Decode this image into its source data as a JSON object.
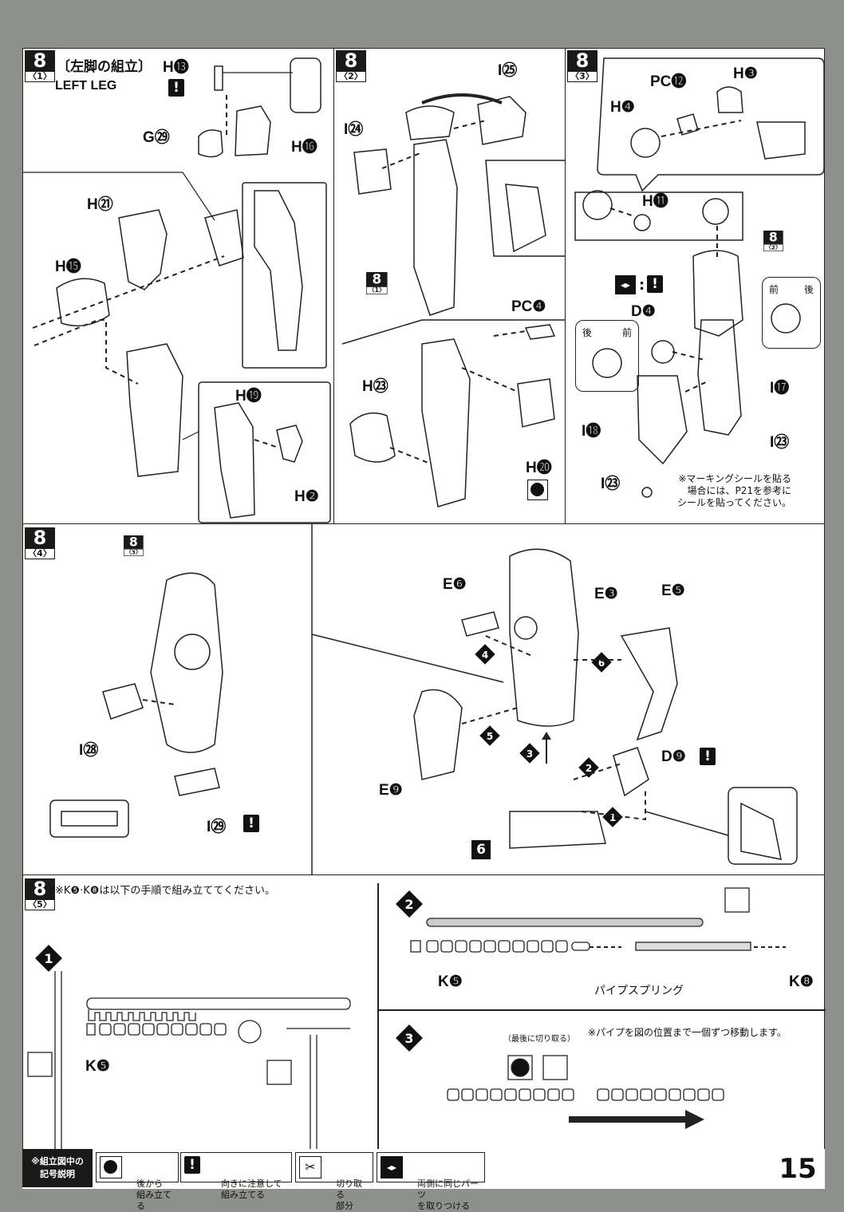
{
  "step1": {
    "num": "8",
    "sub": "〈1〉",
    "title_jp": "〔左脚の組立〕",
    "title_en": "LEFT LEG",
    "parts": [
      "H⓭",
      "G㉙",
      "H⓰",
      "H㉑",
      "H⓯",
      "H⓳",
      "H❷"
    ]
  },
  "step2": {
    "num": "8",
    "sub": "〈2〉",
    "parts": [
      "I㉕",
      "I㉔",
      "PC❹",
      "H㉓",
      "H⓴"
    ],
    "ref_num": "8",
    "ref_sub": "〈1〉"
  },
  "step3": {
    "num": "8",
    "sub": "〈3〉",
    "parts": [
      "PC⓬",
      "H❸",
      "H❹",
      "H⓫",
      "D❹",
      "I⓱",
      "I⓲",
      "I㉓",
      "I㉓"
    ],
    "ref_num": "8",
    "ref_sub": "〈2〉",
    "front_label": "前",
    "back_label": "後",
    "note": "※マーキングシールを貼る\n場合には、P21を参考に\nシールを貼ってください。"
  },
  "step4": {
    "num": "8",
    "sub": "〈4〉",
    "ref_num": "8",
    "ref_sub": "〈3〉",
    "parts": [
      "I㉘",
      "I㉙",
      "E❻",
      "E❸",
      "E❺",
      "E❾",
      "D❾"
    ],
    "order_marks": [
      "❹",
      "❻",
      "❺",
      "❸",
      "❷",
      "❶"
    ],
    "sub_assembly": "6"
  },
  "step5": {
    "num": "8",
    "sub": "〈5〉",
    "note": "※K❺·K❽は以下の手順で組み立ててください。",
    "steps": [
      {
        "mark": "1",
        "parts": [
          "K❺"
        ]
      },
      {
        "mark": "2",
        "parts": [
          "K❺",
          "K❽"
        ],
        "spring_label": "パイプスプリング"
      },
      {
        "mark": "3",
        "cut_last": "（最後に切り取る）",
        "note": "※パイプを図の位置まで一個ずつ移動します。"
      }
    ]
  },
  "legend": {
    "key": "※組立図中の\n記号説明",
    "items": [
      {
        "icon": "later-icon",
        "text": "後から\n組み立てる"
      },
      {
        "icon": "attention-icon",
        "text": "向きに注意して\n組み立てる"
      },
      {
        "icon": "cut-icon",
        "text": "切り取る\n部分"
      },
      {
        "icon": "both-sides-icon",
        "text": "両側に同じパーツ\nを取りつける"
      }
    ]
  },
  "page_number": "15",
  "colors": {
    "ink": "#111111",
    "paper": "#ffffff",
    "border": "#8e918b"
  }
}
